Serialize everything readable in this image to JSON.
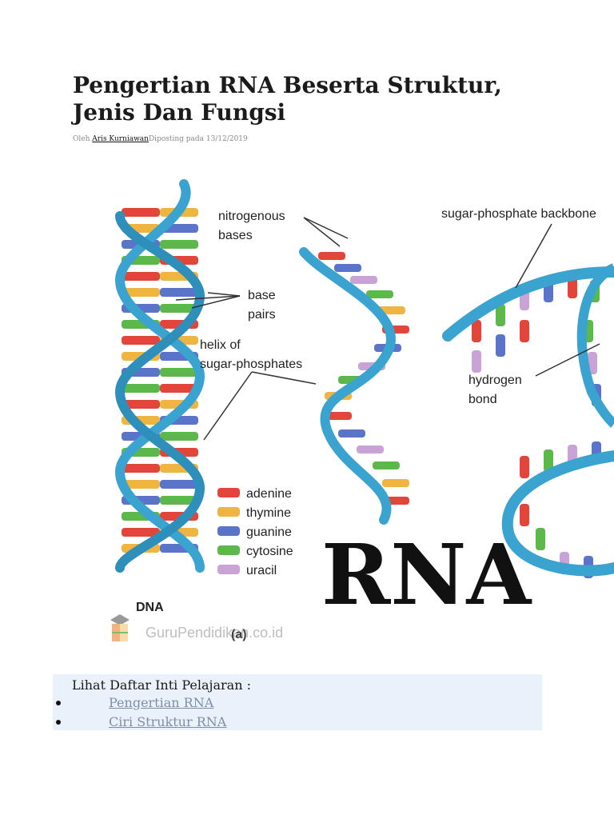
{
  "article": {
    "title": "Pengertian RNA Beserta Struktur, Jenis Dan Fungsi",
    "byline": {
      "prefix": "Oleh",
      "author": "Aris Kurniawan",
      "posted": "Diposting pada 13/12/2019"
    }
  },
  "figure": {
    "labels": {
      "nitrogenous_bases_1": "nitrogenous",
      "nitrogenous_bases_2": "bases",
      "base_pairs_1": "base",
      "base_pairs_2": "pairs",
      "helix_1": "helix of",
      "helix_2": "sugar-phosphates",
      "backbone": "sugar-phosphate backbone",
      "hydrogen_bond_1": "hydrogen",
      "hydrogen_bond_2": "bond",
      "dna": "DNA",
      "rna": "RNA",
      "panel": "(a)",
      "watermark": "GuruPendidikan.co.id"
    },
    "legend": [
      {
        "label": "adenine",
        "color": "#e2453a"
      },
      {
        "label": "thymine",
        "color": "#f0b540"
      },
      {
        "label": "guanine",
        "color": "#5a74c8"
      },
      {
        "label": "cytosine",
        "color": "#5cb84a"
      },
      {
        "label": "uracil",
        "color": "#c9a3d6"
      }
    ],
    "helix_color": "#3aa3cf"
  },
  "toc": {
    "heading": "Lihat Daftar Inti Pelajaran :",
    "items": [
      "Pengertian RNA",
      "Ciri Struktur RNA"
    ]
  }
}
